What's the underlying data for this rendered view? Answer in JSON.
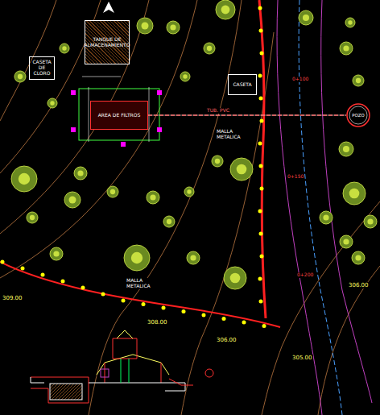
{
  "diagram": {
    "nodes": [
      {
        "text": [
          "TANQUE DE ALMACENAMIENTO"
        ]
      },
      {
        "text": [
          "CASETA DE CLORO"
        ]
      },
      {
        "text": [
          "AREA DE FILTROS"
        ]
      },
      {
        "text": [
          "CASETA"
        ]
      },
      {
        "text": [
          "POZO"
        ]
      }
    ],
    "edges": [
      {
        "from": 2,
        "to": 4,
        "arrow": "none",
        "label": "TUB. PVC"
      }
    ],
    "labels": [
      "MALLA METALICA",
      "MALLA METALICA",
      "309.00",
      "308.00",
      "306.00",
      "305.00",
      "306.00",
      "0+100",
      "0+150",
      "0+200"
    ]
  }
}
